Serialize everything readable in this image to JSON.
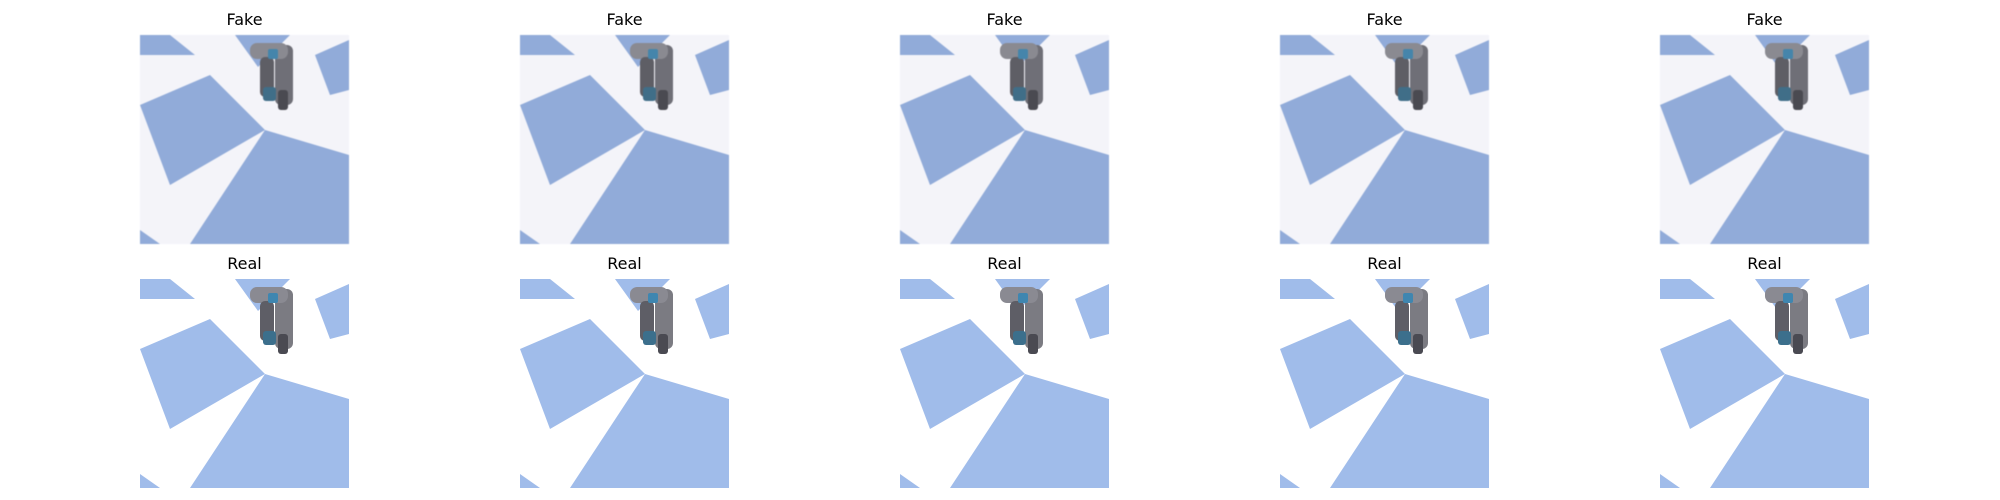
{
  "figure": {
    "rows": [
      {
        "name": "fake",
        "panels": [
          {
            "title": "Fake",
            "board_color": "#8eabde",
            "background": "#f4f4fa"
          },
          {
            "title": "Fake",
            "board_color": "#8eabde",
            "background": "#f4f4fa"
          },
          {
            "title": "Fake",
            "board_color": "#8eabde",
            "background": "#f4f4fa"
          },
          {
            "title": "Fake",
            "board_color": "#8eabde",
            "background": "#f4f4fa"
          },
          {
            "title": "Fake",
            "board_color": "#8eabde",
            "background": "#f4f4fa"
          }
        ]
      },
      {
        "name": "real",
        "panels": [
          {
            "title": "Real",
            "board_color": "#a0bcea",
            "background": "#ffffff"
          },
          {
            "title": "Real",
            "board_color": "#a0bcea",
            "background": "#ffffff"
          },
          {
            "title": "Real",
            "board_color": "#a0bcea",
            "background": "#ffffff"
          },
          {
            "title": "Real",
            "board_color": "#a0bcea",
            "background": "#ffffff"
          },
          {
            "title": "Real",
            "board_color": "#a0bcea",
            "background": "#ffffff"
          }
        ]
      }
    ]
  }
}
